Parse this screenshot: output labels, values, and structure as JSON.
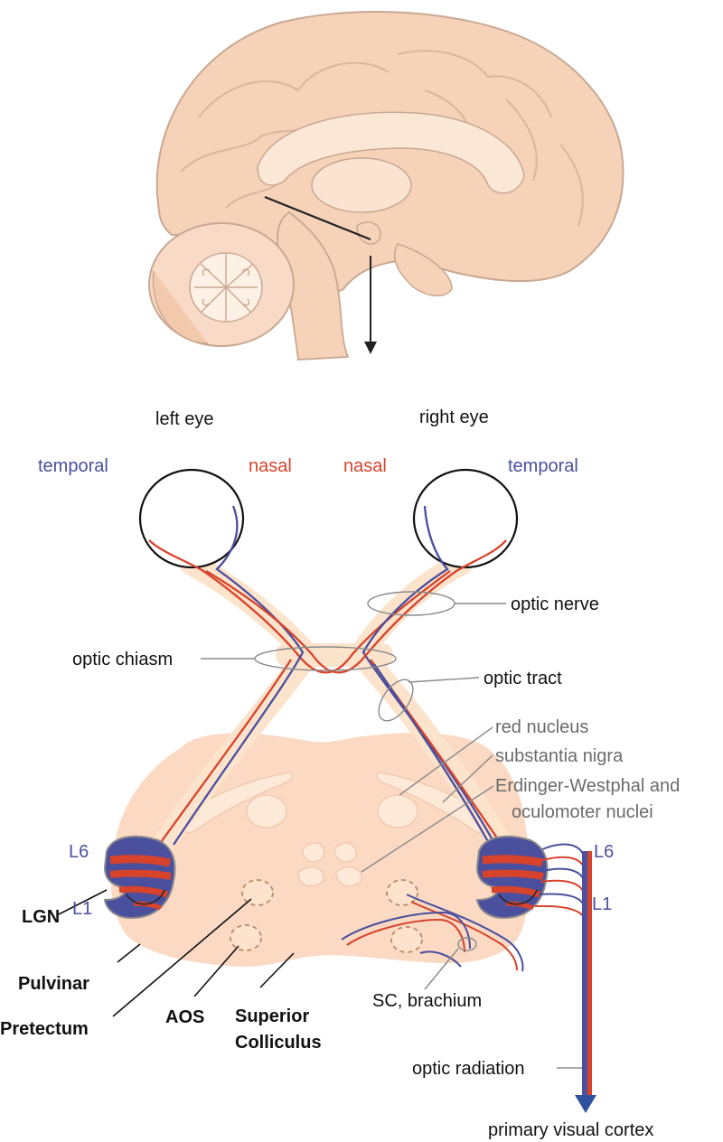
{
  "eyes": {
    "left": "left eye",
    "right": "right eye"
  },
  "retina": {
    "left_temporal": "temporal",
    "left_nasal": "nasal",
    "right_nasal": "nasal",
    "right_temporal": "temporal"
  },
  "pathway": {
    "optic_nerve": "optic nerve",
    "optic_chiasm": "optic chiasm",
    "optic_tract": "optic tract",
    "optic_radiation": "optic radiation",
    "primary_visual_cortex": "primary visual cortex"
  },
  "midbrain": {
    "red_nucleus": "red nucleus",
    "substantia_nigra": "substantia nigra",
    "ew_line1": "Erdinger-Westphal and",
    "ew_line2": "oculomoter nuclei",
    "sc_brachium": "SC, brachium"
  },
  "nuclei": {
    "lgn": "LGN",
    "pulvinar": "Pulvinar",
    "pretectum": "Pretectum",
    "aos": "AOS",
    "superior_line1": "Superior",
    "superior_line2": "Colliculus"
  },
  "layers": {
    "left_l6": "L6",
    "left_l1": "L1",
    "right_l6": "L6",
    "right_l1": "L1"
  },
  "colors": {
    "temporal_blue": "#4a4f9e",
    "nasal_red": "#d8432b",
    "tissue": "#fbd9c3",
    "nerve": "#fce3cc",
    "brain": "#f6d2b8",
    "label_gray": "#6b6b6b"
  }
}
